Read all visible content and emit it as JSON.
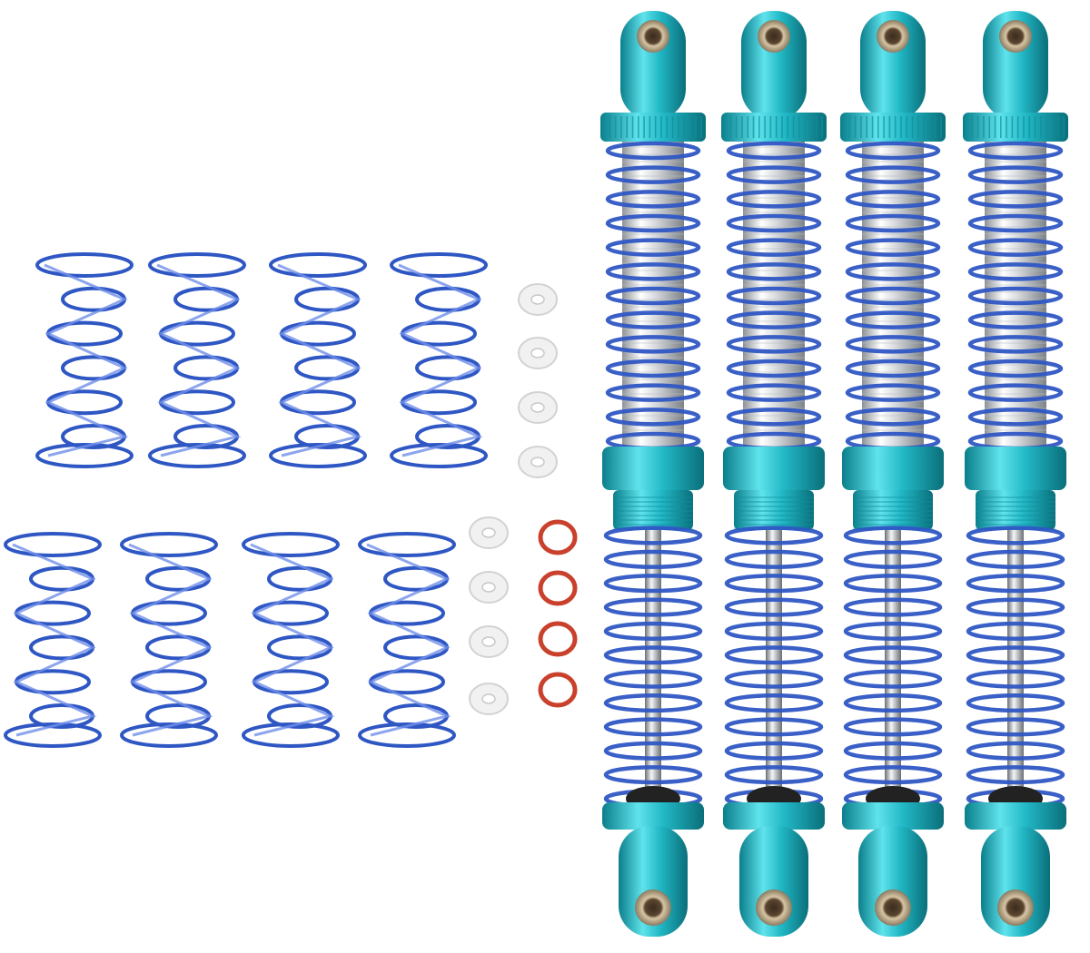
{
  "photo": {
    "subject": "rc-shock-absorber-set",
    "background_color": "#ffffff",
    "colors": {
      "spring_blue": "#2f57c4",
      "spring_highlight": "#6f8fe8",
      "aluminum_teal": "#2ec6d4",
      "aluminum_dark": "#0f8f9d",
      "chrome": "#d9dcdf",
      "chrome_dark": "#8c9196",
      "washer_white": "#f1f1f1",
      "oring_red": "#c9412c"
    },
    "counts": {
      "loose_springs": 8,
      "white_washers": 8,
      "red_orings": 4,
      "shock_assemblies": 4
    }
  }
}
